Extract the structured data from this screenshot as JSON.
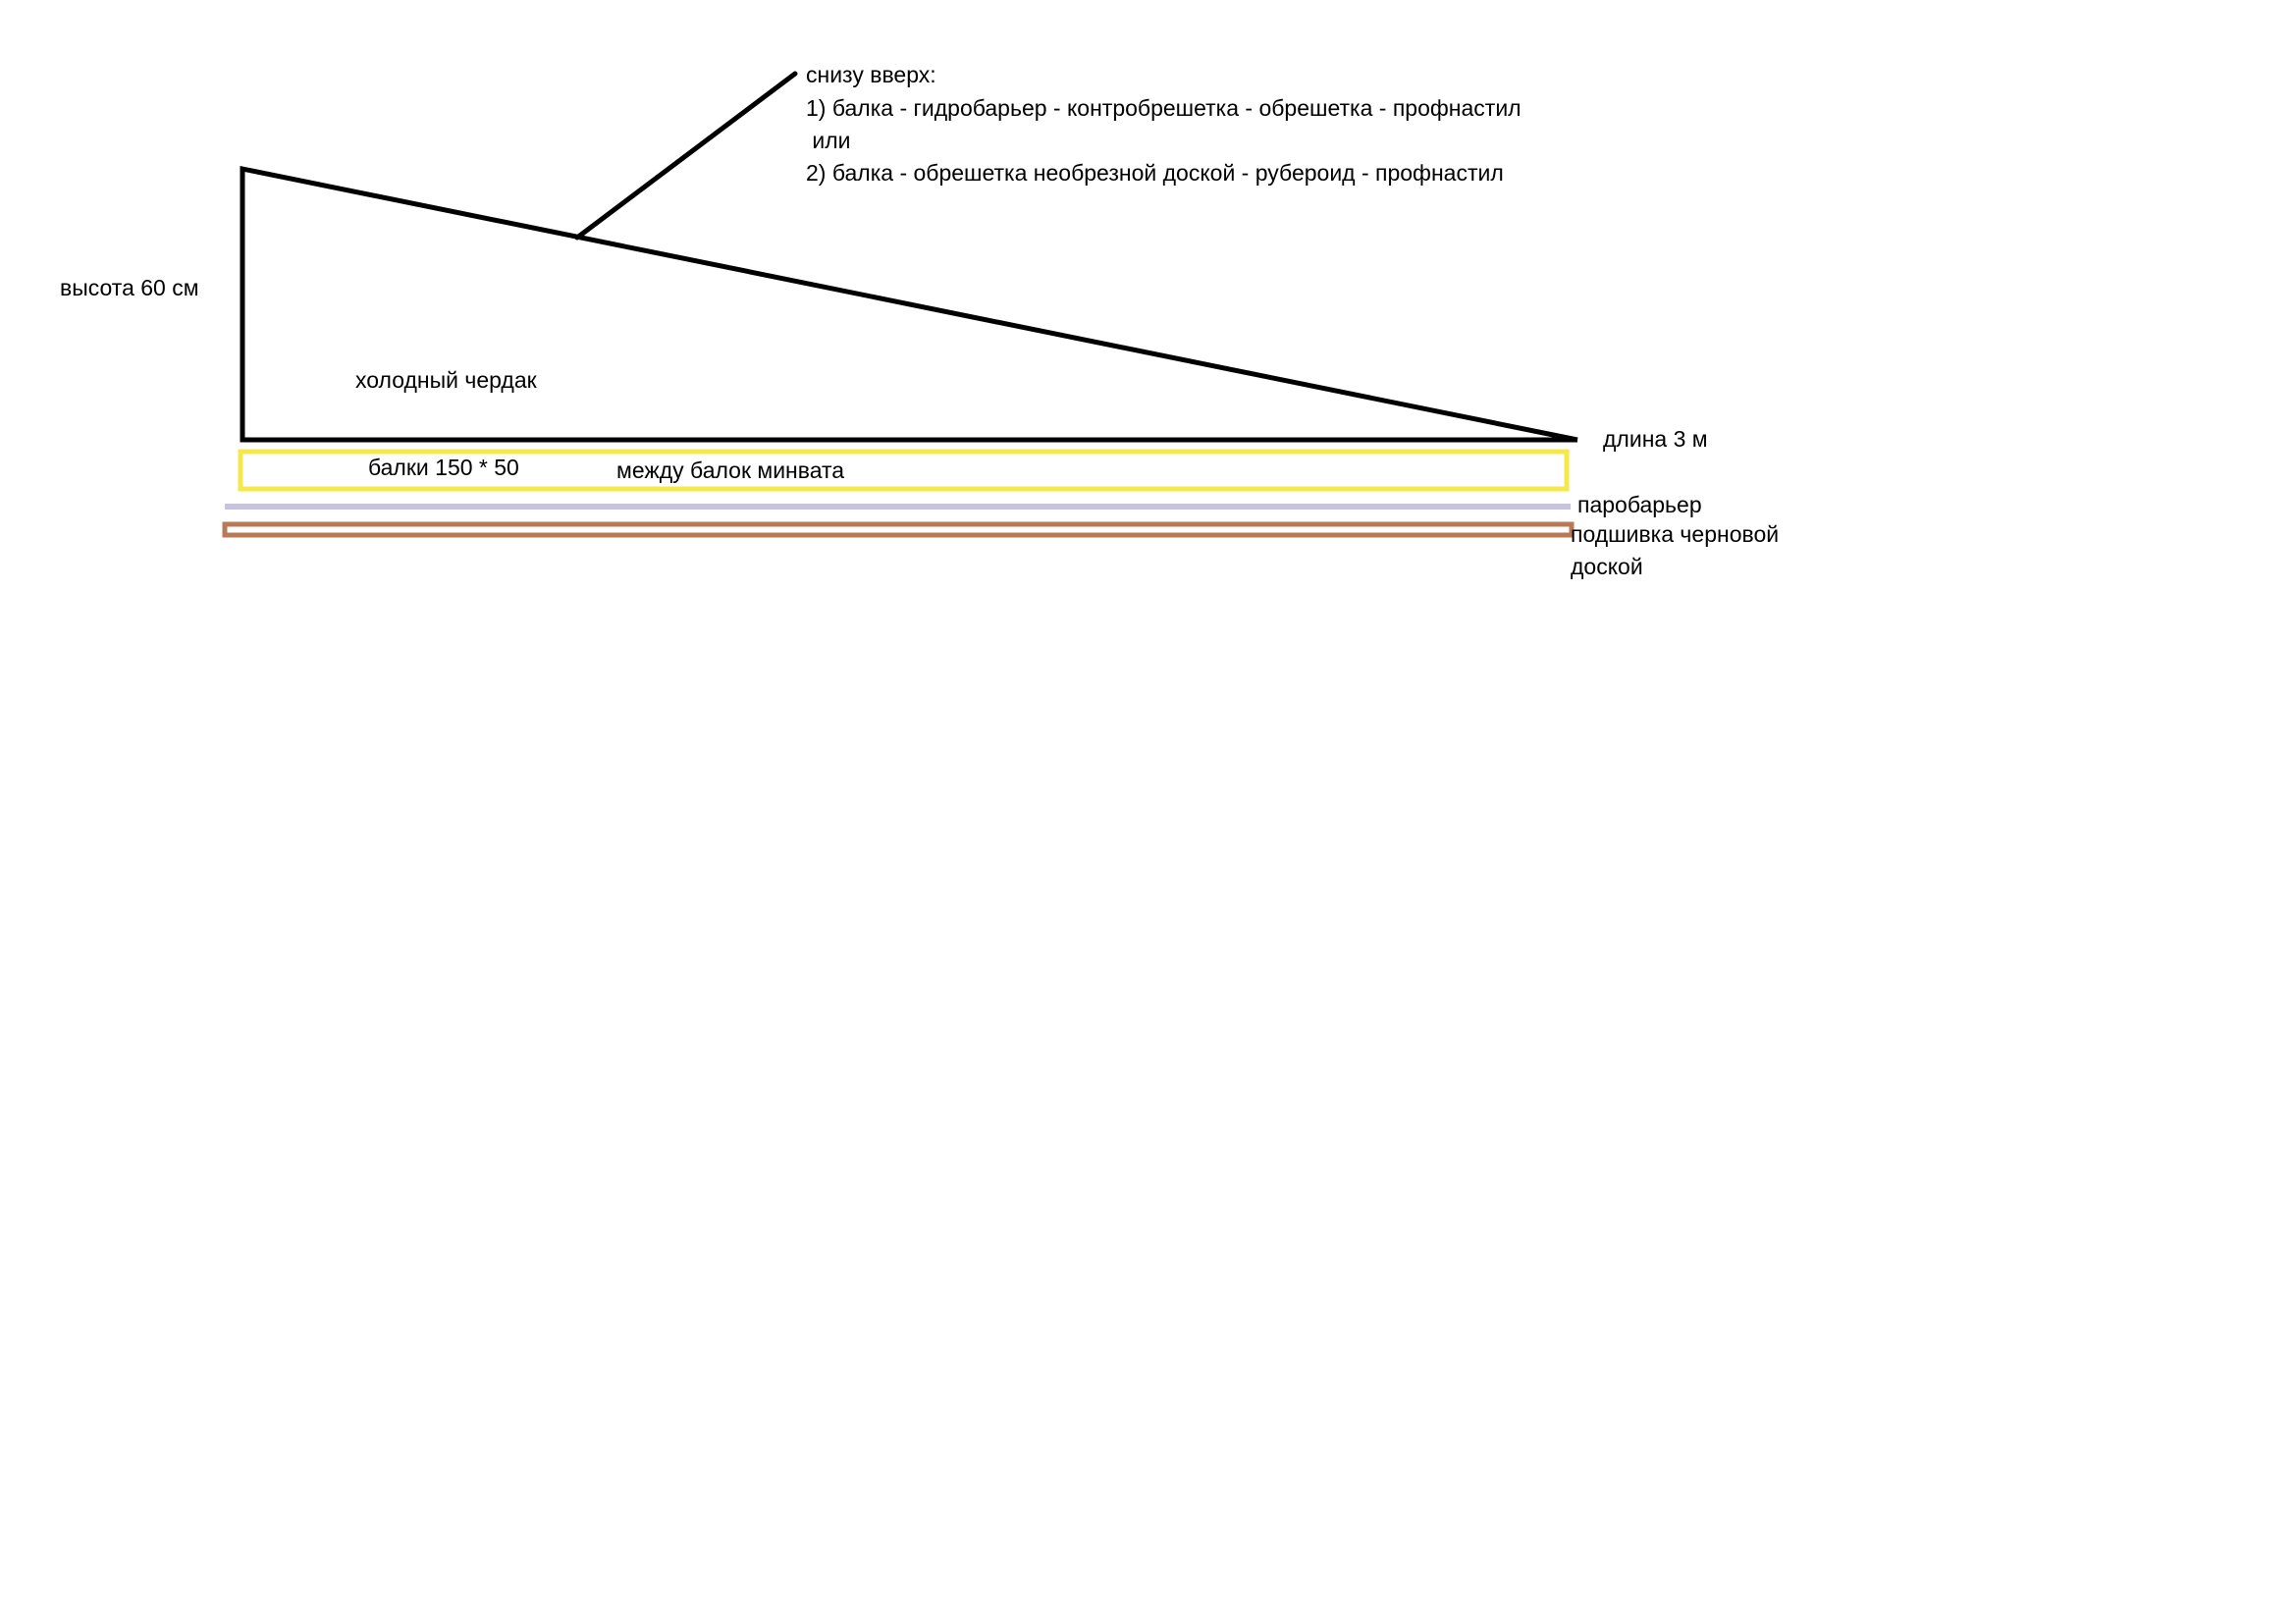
{
  "colors": {
    "background": "#ffffff",
    "outline": "#000000",
    "insulation_layer": "#f5e84a",
    "vapor_barrier": "#c8c2e2",
    "ceiling_board": "#b87a55"
  },
  "labels": {
    "height": "высота 60 см",
    "length": "длина 3 м",
    "cold_attic": "холодный чердак",
    "beams": "балки 150 * 50",
    "mineral_wool": "между балок минвата",
    "vapor_barrier": "паробарьер",
    "ceiling_board_line1": "подшивка черновой",
    "ceiling_board_line2": "доской"
  },
  "roof_note": {
    "heading": "снизу вверх:",
    "option1": "1) балка - гидробарьер - контробрешетка - обрешетка - профнастил",
    "or": " или",
    "option2": "2) балка - обрешетка необрезной доской - рубероид - профнастил"
  }
}
